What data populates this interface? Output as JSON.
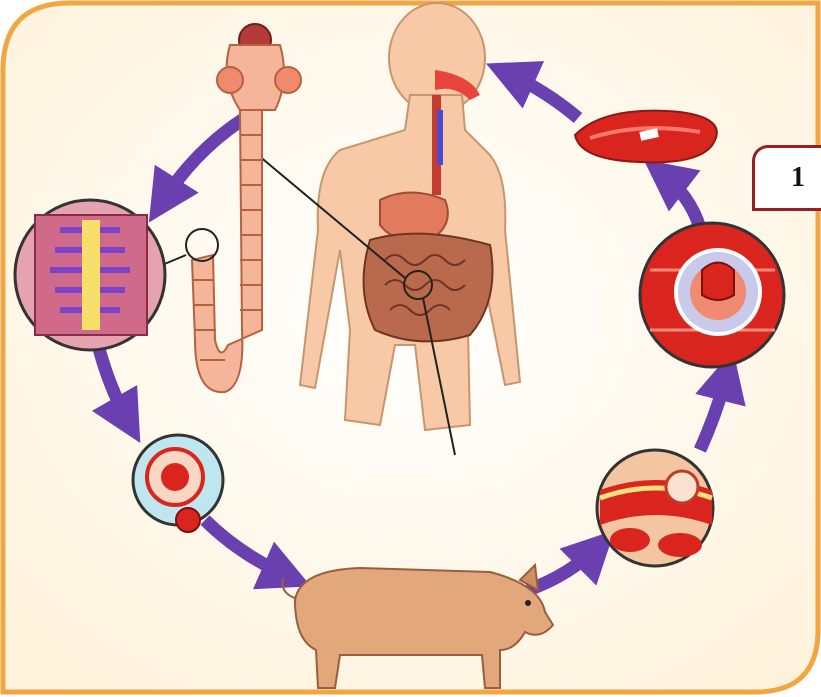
{
  "diagram": {
    "title": "",
    "step_label": "1",
    "colors": {
      "frame_border": "#f2a541",
      "background": "#fff8ec",
      "arrow": "#6a3fb0",
      "label_border": "#9a1f24",
      "worm": "#f4b59a",
      "skin": "#f7c9a6",
      "pig": "#e3a77c",
      "muscle": "#d9251d"
    },
    "stages": [
      {
        "name": "tapeworm-adult",
        "icon": "tapeworm-icon"
      },
      {
        "name": "gravid-proglottid",
        "icon": "proglottid-icon"
      },
      {
        "name": "egg",
        "icon": "egg-icon"
      },
      {
        "name": "pig-host",
        "icon": "pig-icon"
      },
      {
        "name": "oncosphere-in-vessel",
        "icon": "oncosphere-icon"
      },
      {
        "name": "cysticercus-in-muscle",
        "icon": "cysticercus-icon"
      },
      {
        "name": "infected-meat",
        "icon": "meat-icon"
      },
      {
        "name": "human-host",
        "icon": "human-icon"
      }
    ]
  }
}
